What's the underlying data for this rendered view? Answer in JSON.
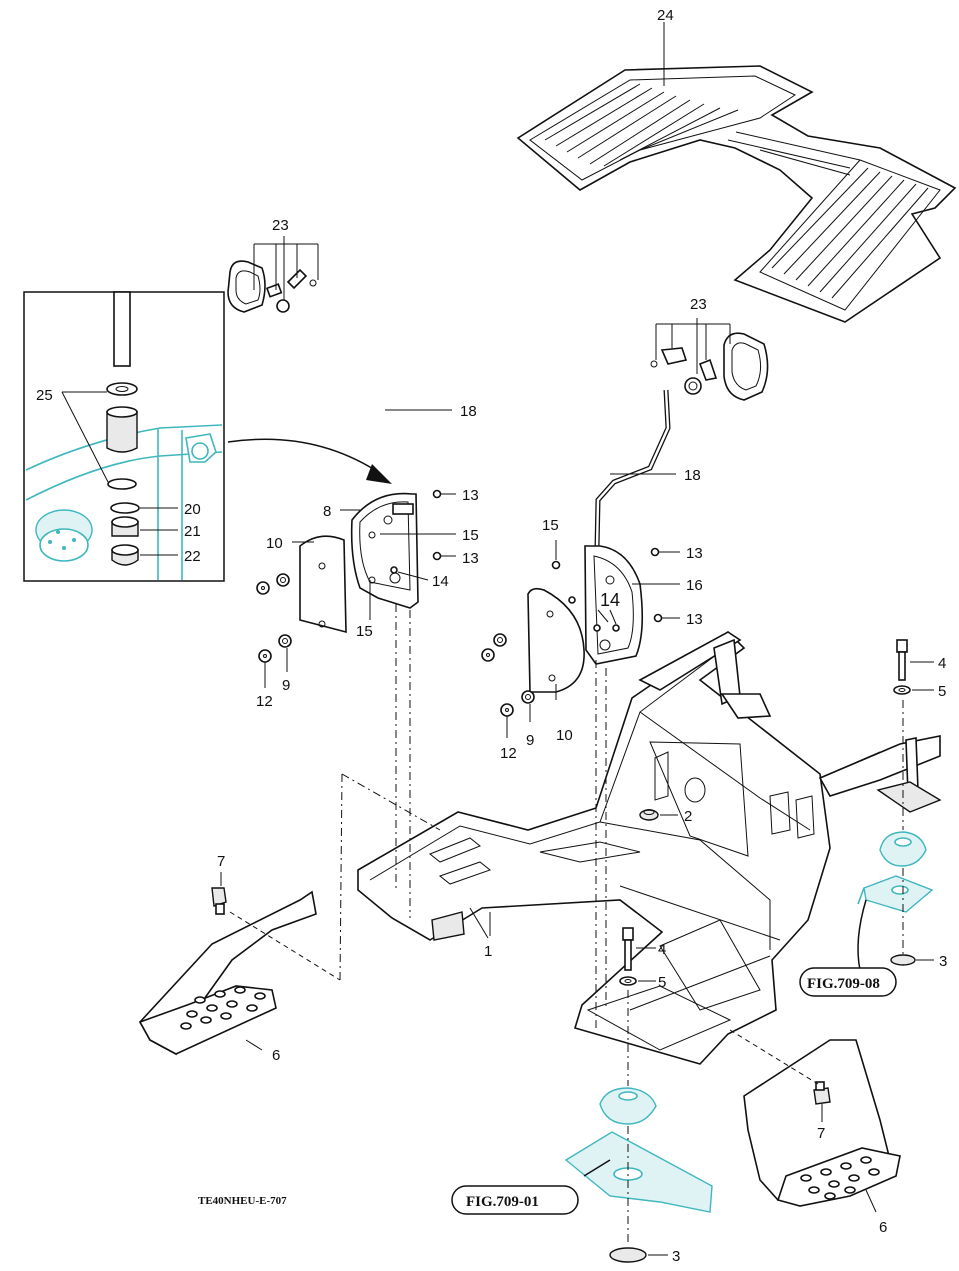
{
  "diagram": {
    "code": "TE40NHEU-E-707",
    "refs": [
      "FIG.709-08",
      "FIG.709-01"
    ],
    "part_labels": {
      "l24": "24",
      "l23a": "23",
      "l23b": "23",
      "l18a": "18",
      "l18b": "18",
      "l13a": "13",
      "l13b": "13",
      "l13c": "13",
      "l13d": "13",
      "l8": "8",
      "l15a": "15",
      "l15b": "15",
      "l15c": "15",
      "l10a": "10",
      "l10b": "10",
      "l14a": "14",
      "l14b": "14",
      "l16": "16",
      "l12a": "12",
      "l12b": "12",
      "l9a": "9",
      "l9b": "9",
      "l25": "25",
      "l20": "20",
      "l21": "21",
      "l22": "22",
      "l4a": "4",
      "l4b": "4",
      "l5a": "5",
      "l5b": "5",
      "l2": "2",
      "l3a": "3",
      "l3b": "3",
      "l7a": "7",
      "l7b": "7",
      "l6a": "6",
      "l6b": "6",
      "l1": "1"
    }
  }
}
